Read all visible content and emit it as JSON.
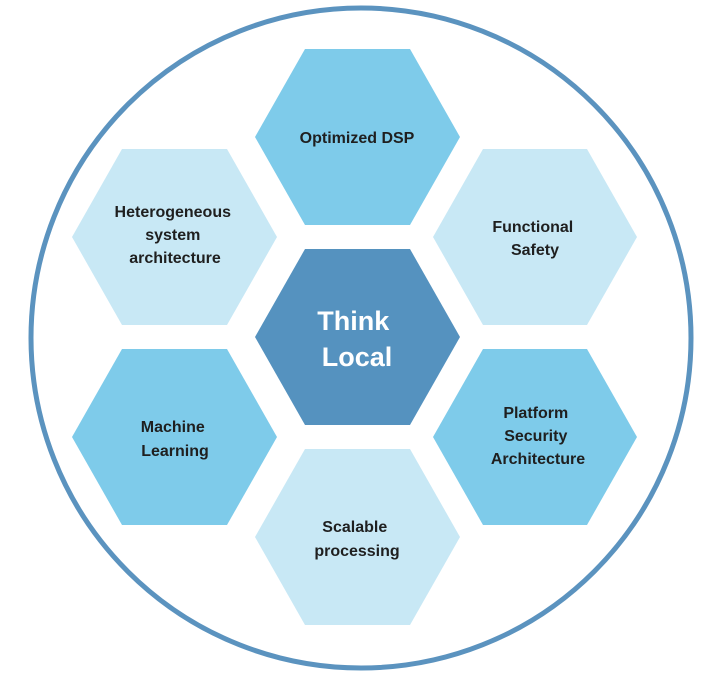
{
  "colors": {
    "ring": "#5b93bf",
    "center": "#5592bf",
    "medium": "#7ecbea",
    "light": "#c8e8f5",
    "center_text": "#ffffff",
    "text": "#1f1f1f"
  },
  "center": {
    "lines": [
      "Think",
      "Local"
    ]
  },
  "hexagons": [
    {
      "id": "optimized-dsp",
      "lines": [
        "Optimized DSP"
      ],
      "shade": "medium"
    },
    {
      "id": "functional-safety",
      "lines": [
        "Functional",
        "Safety"
      ],
      "shade": "light"
    },
    {
      "id": "platform-security-architecture",
      "lines": [
        "Platform",
        "Security",
        "Architecture"
      ],
      "shade": "medium"
    },
    {
      "id": "scalable-processing",
      "lines": [
        "Scalable",
        "processing"
      ],
      "shade": "light"
    },
    {
      "id": "machine-learning",
      "lines": [
        "Machine",
        "Learning"
      ],
      "shade": "medium"
    },
    {
      "id": "heterogeneous-system-architecture",
      "lines": [
        "Heterogeneous",
        "system",
        "architecture"
      ],
      "shade": "light"
    }
  ]
}
